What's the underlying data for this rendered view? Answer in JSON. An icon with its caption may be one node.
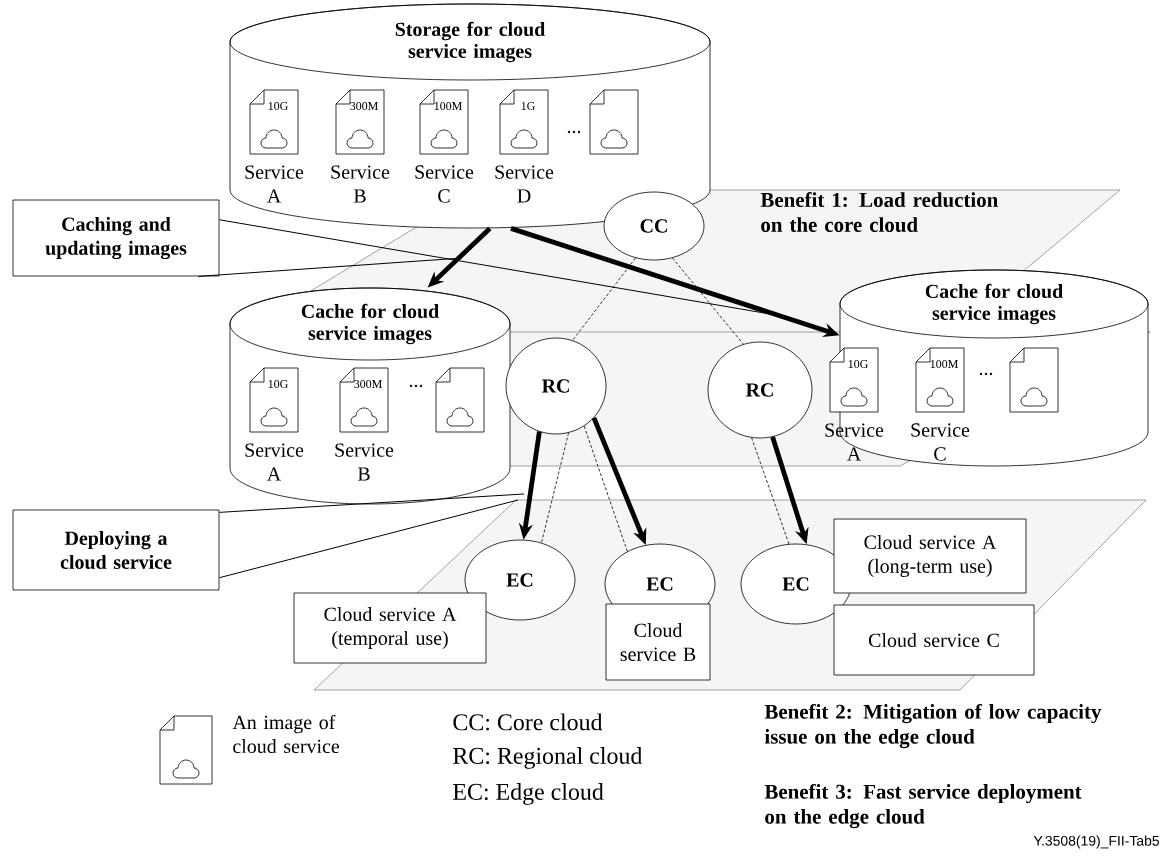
{
  "diagram": {
    "nodes": [
      {
        "text": [
          "Storage for cloud service images"
        ]
      },
      {
        "text": [
          "10G"
        ],
        "beside": [
          "Service A"
        ],
        "in": 0
      },
      {
        "text": [
          "300M"
        ],
        "beside": [
          "Service B"
        ],
        "in": 0
      },
      {
        "text": [
          "100M"
        ],
        "beside": [
          "Service C"
        ],
        "in": 0
      },
      {
        "text": [
          "1G"
        ],
        "beside": [
          "Service D"
        ],
        "in": 0
      },
      {
        "text": [],
        "shape": "document",
        "in": 0
      },
      {
        "text": [
          "CC"
        ]
      },
      {
        "text": [
          "Cache for cloud service images"
        ]
      },
      {
        "text": [
          "10G"
        ],
        "beside": [
          "Service A"
        ],
        "in": 7
      },
      {
        "text": [
          "300M"
        ],
        "beside": [
          "Service B"
        ],
        "in": 7
      },
      {
        "text": [],
        "shape": "document",
        "in": 7
      },
      {
        "text": [
          "RC"
        ]
      },
      {
        "text": [
          "RC"
        ]
      },
      {
        "text": [
          "Cache for cloud service images"
        ]
      },
      {
        "text": [
          "10G"
        ],
        "beside": [
          "Service A"
        ],
        "in": 13
      },
      {
        "text": [
          "100M"
        ],
        "beside": [
          "Service C"
        ],
        "in": 13
      },
      {
        "text": [],
        "shape": "document",
        "in": 13
      },
      {
        "text": [
          "EC"
        ]
      },
      {
        "text": [
          "EC"
        ]
      },
      {
        "text": [
          "EC"
        ]
      },
      {
        "text": [
          "Cloud service A (temporal use)"
        ]
      },
      {
        "text": [
          "Cloud service B"
        ]
      },
      {
        "text": [
          "Cloud service A (long-term use)"
        ]
      },
      {
        "text": [
          "Cloud service C"
        ]
      },
      {
        "text": [
          "Caching and updating images"
        ]
      },
      {
        "text": [
          "Deploying a cloud service"
        ]
      }
    ],
    "edges": [
      {
        "from": 0,
        "to": 7,
        "arrow": "to",
        "style": "thick"
      },
      {
        "from": 0,
        "to": 13,
        "arrow": "to",
        "style": "thick"
      },
      {
        "from": 6,
        "to": 11,
        "arrow": "none",
        "style": "dashed"
      },
      {
        "from": 6,
        "to": 12,
        "arrow": "none",
        "style": "dashed"
      },
      {
        "from": 11,
        "to": 17,
        "arrow": "to",
        "style": "thick"
      },
      {
        "from": 11,
        "to": 17,
        "arrow": "none",
        "style": "dashed"
      },
      {
        "from": 11,
        "to": 18,
        "arrow": "to",
        "style": "thick"
      },
      {
        "from": 11,
        "to": 18,
        "arrow": "none",
        "style": "dashed"
      },
      {
        "from": 12,
        "to": 19,
        "arrow": "to",
        "style": "thick"
      },
      {
        "from": 12,
        "to": 19,
        "arrow": "none",
        "style": "dashed"
      },
      {
        "from": 24,
        "to": null,
        "arrow": "none"
      },
      {
        "from": 24,
        "to": null,
        "arrow": "none"
      },
      {
        "from": 25,
        "to": null,
        "arrow": "none"
      },
      {
        "from": 25,
        "to": null,
        "arrow": "none"
      }
    ],
    "labels": [
      "...",
      "Benefit 1: Load reduction on the core cloud",
      "...",
      "...",
      "CC: Core cloud",
      "RC: Regional cloud",
      "EC: Edge cloud",
      "Benefit 2: Mitigation of low capacity issue on the edge cloud",
      "Benefit 3: Fast service deployment on the edge cloud",
      "Y.3508(19)_FII-Tab5"
    ],
    "legend": [
      {
        "text": "An image of cloud service"
      }
    ]
  }
}
